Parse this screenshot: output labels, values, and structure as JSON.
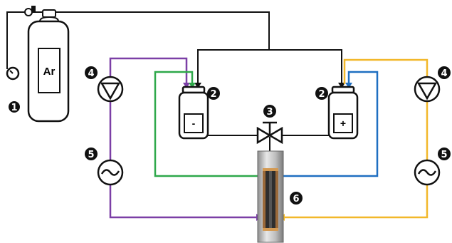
{
  "components": {
    "gas_cylinder": {
      "gas_label": "Ar",
      "number": "1"
    },
    "reservoir_negative": {
      "polarity": "-",
      "number": "2"
    },
    "reservoir_positive": {
      "polarity": "+",
      "number": "2"
    },
    "valve": {
      "number": "3"
    },
    "pump_left": {
      "number": "4"
    },
    "pump_right": {
      "number": "4"
    },
    "flow_meter_left": {
      "number": "5"
    },
    "flow_meter_right": {
      "number": "5"
    },
    "cell": {
      "number": "6"
    }
  },
  "colors": {
    "gas_line": "#111111",
    "purple": "#7b3fa6",
    "green": "#2ea84a",
    "blue": "#1f6fc1",
    "yellow": "#f2b82a"
  }
}
